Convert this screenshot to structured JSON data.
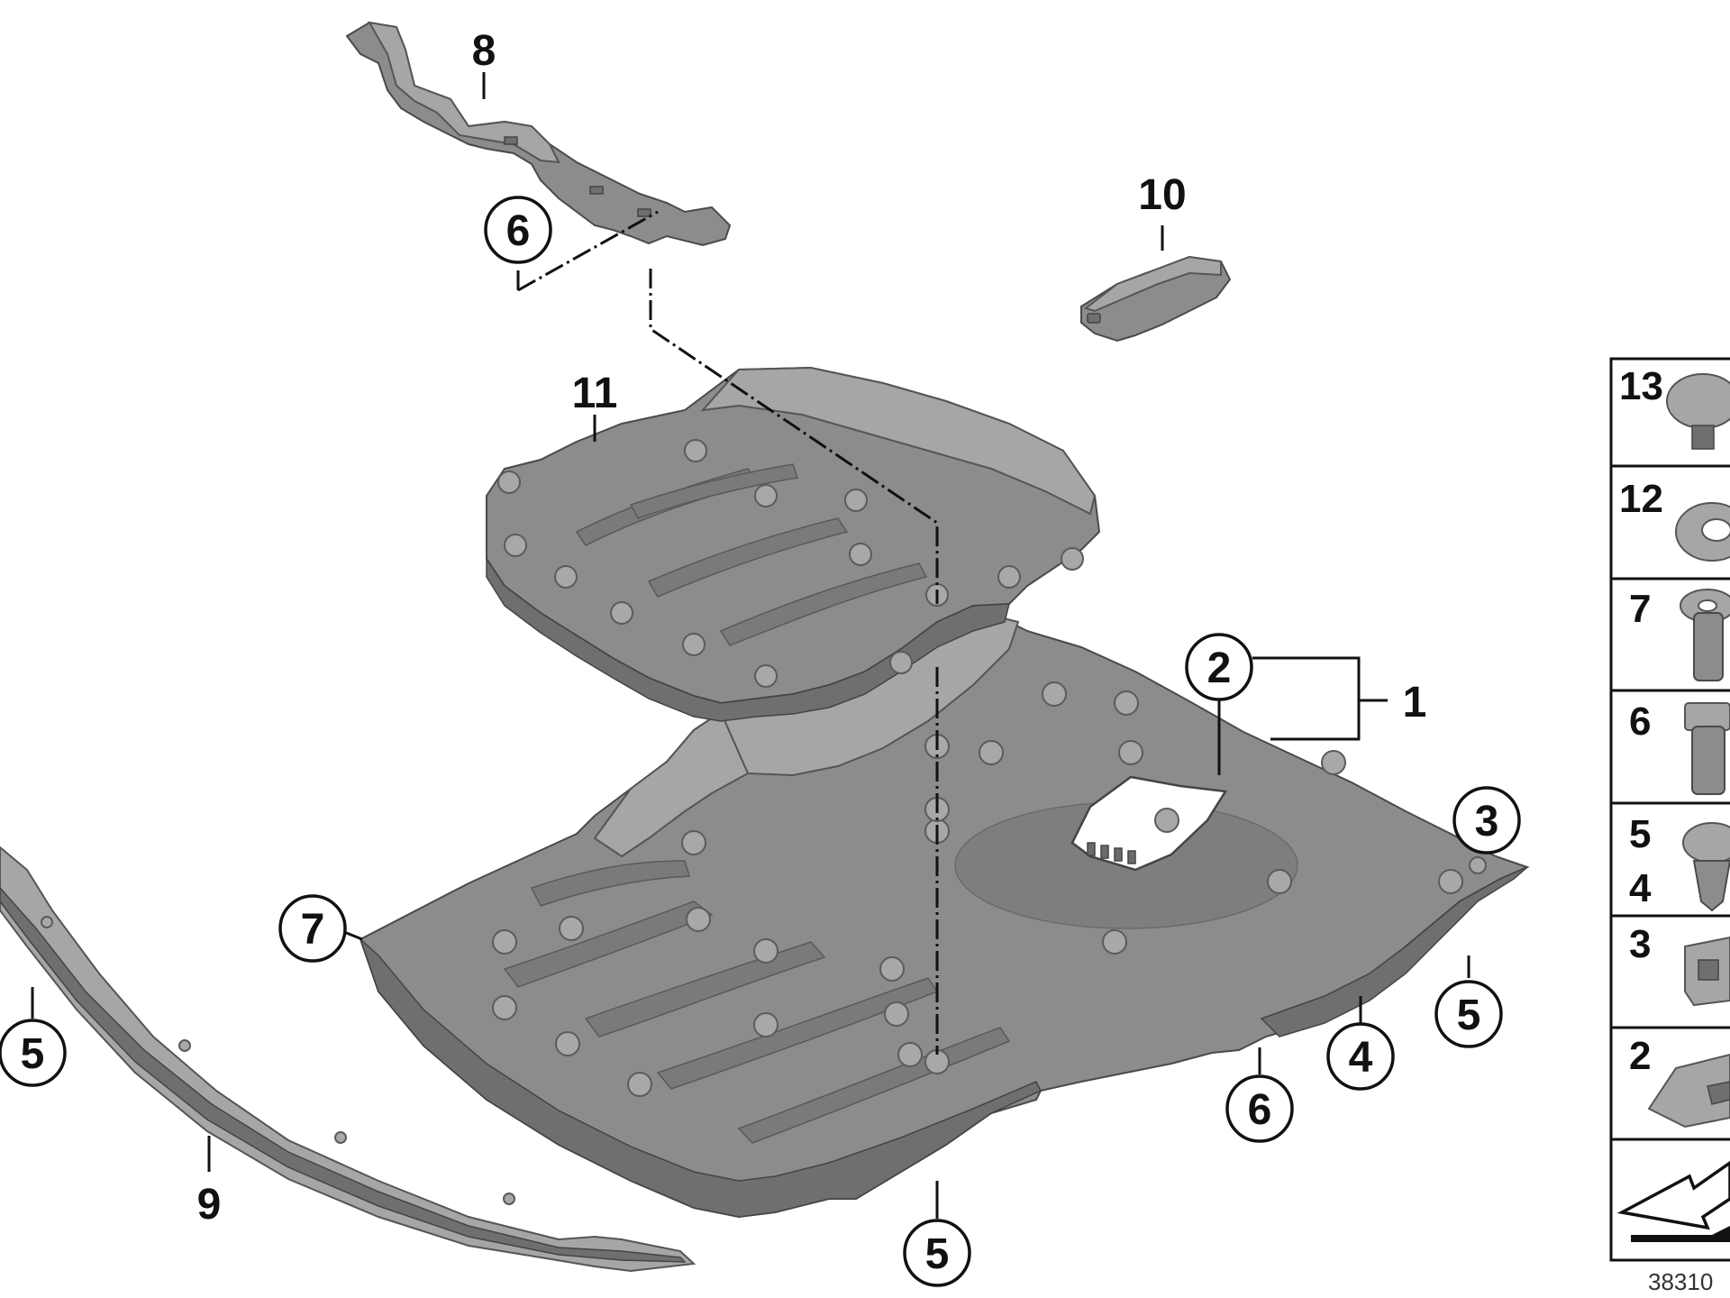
{
  "diagram": {
    "callouts": {
      "p1": "1",
      "p2": "2",
      "p3": "3",
      "p4": "4",
      "p5": "5",
      "p6": "6",
      "p7": "7",
      "p8": "8",
      "p9": "9",
      "p10": "10",
      "p11": "11"
    },
    "legend": {
      "items": [
        "13",
        "12",
        "7",
        "6",
        "5",
        "4",
        "3",
        "2"
      ]
    },
    "diagram_code": "38310"
  }
}
